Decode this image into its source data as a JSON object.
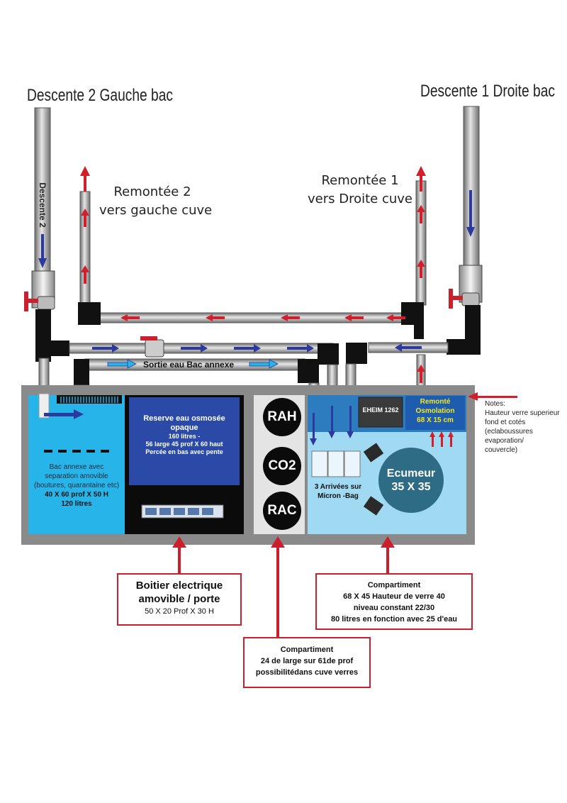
{
  "labels": {
    "descente2_title": "Descente 2 Gauche bac",
    "descente1_title": "Descente 1 Droite  bac",
    "descente2_pipe": "Descente 2",
    "remontee2": [
      "Remontée 2",
      "vers gauche cuve"
    ],
    "remontee1": [
      "Remontée 1",
      "vers Droite cuve"
    ],
    "sortie": "Sortie eau Bac annexe"
  },
  "left_tank": {
    "lines": [
      "Bac annexe avec",
      "separation amovible",
      "(boutures, quarantaine etc)",
      "40 X 60 prof X 50 H",
      "120 litres"
    ]
  },
  "reserve": {
    "title": [
      "Reserve eau osmosée",
      "opaque"
    ],
    "details": [
      "160 litres -",
      "56 large 45 prof X 60 haut",
      "Percée en bas avec pente"
    ]
  },
  "reactors": [
    "RAH",
    "CO2",
    "RAC"
  ],
  "micron_bag": [
    "3 Arrivées sur",
    "Micron -Bag"
  ],
  "pump": "EHEIM 1262",
  "osmo": [
    "Remonté",
    "Osmolation",
    "68 X 15 cm"
  ],
  "skimmer": [
    "Ecumeur",
    "35 X 35"
  ],
  "notes": [
    "Notes:",
    "Hauteur verre superieur",
    "fond et cotés",
    "(eclaboussures",
    "evaporation/",
    "couvercle)"
  ],
  "boxes": {
    "electric": [
      "Boitier electrique",
      "amovible  / porte",
      "50 X 20 Prof X 30 H"
    ],
    "compartment_right": [
      "Compartiment",
      "68 X 45 Hauteur de verre 40",
      "niveau constant 22/30",
      "80 litres en fonction avec 25 d'eau"
    ],
    "compartment_middle": [
      "Compartiment",
      "24 de large sur 61de prof",
      "possibilitédans cuve verres"
    ]
  },
  "colors": {
    "water_light": "#9fd9f2",
    "water_cyan": "#27b5e9",
    "reserve_blue": "#2b4aa8",
    "arrow_red": "#d11f2b",
    "arrow_blue": "#2b3a9c",
    "frame_gray": "#8a8a8a",
    "skimmer": "#2e6b84",
    "osmo_text": "#f5e71a"
  }
}
